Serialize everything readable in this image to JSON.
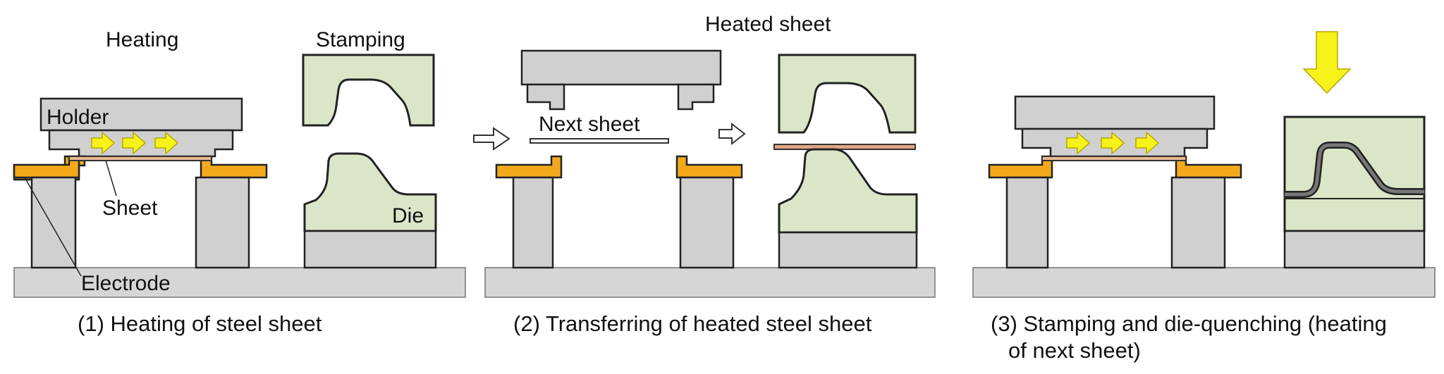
{
  "panel1": {
    "heading_left": "Heating",
    "heading_right": "Stamping",
    "label_holder": "Holder",
    "label_sheet": "Sheet",
    "label_die": "Die",
    "label_electrode": "Electrode",
    "caption": "(1) Heating of steel sheet"
  },
  "panel2": {
    "heading": "Heated sheet",
    "label_next_sheet": "Next sheet",
    "caption": "(2) Transferring of heated steel sheet"
  },
  "panel3": {
    "caption_line1": "(3) Stamping and die-quenching (heating",
    "caption_line2": "of next sheet)"
  },
  "colors": {
    "die_green": "#dbe6c8",
    "electrode_orange": "#f4a91c",
    "holder_gray": "#d0d0d0",
    "heat_arrow_yellow": "#f7f21a"
  }
}
